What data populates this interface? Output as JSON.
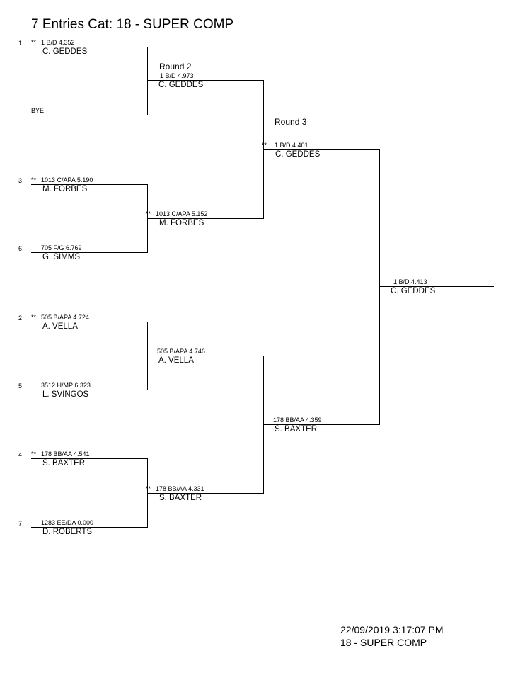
{
  "title": "7 Entries Cat: 18 - SUPER COMP",
  "round_labels": {
    "round2": "Round 2",
    "round3": "Round 3"
  },
  "round1": [
    {
      "seed": "1",
      "mark": "**",
      "info": "1  B/D  4.352",
      "name": "C. GEDDES"
    },
    {
      "seed": "",
      "mark": "",
      "info": "BYE",
      "name": ""
    },
    {
      "seed": "3",
      "mark": "**",
      "info": "1013  C/APA  5.190",
      "name": "M. FORBES"
    },
    {
      "seed": "6",
      "mark": "",
      "info": "705  F/G  6.769",
      "name": "G. SIMMS"
    },
    {
      "seed": "2",
      "mark": "**",
      "info": "505  B/APA  4.724",
      "name": "A. VELLA"
    },
    {
      "seed": "5",
      "mark": "",
      "info": "3512  H/MP  6.323",
      "name": "L. SVINGOS"
    },
    {
      "seed": "4",
      "mark": "**",
      "info": "178  BB/AA  4.541",
      "name": "S. BAXTER"
    },
    {
      "seed": "7",
      "mark": "",
      "info": "1283  EE/DA  0.000",
      "name": "D. ROBERTS"
    }
  ],
  "round2": [
    {
      "mark": "",
      "info": "1  B/D  4.973",
      "name": "C. GEDDES"
    },
    {
      "mark": "**",
      "info": "1013  C/APA  5.152",
      "name": "M. FORBES"
    },
    {
      "mark": "",
      "info": "505  B/APA  4.746",
      "name": "A. VELLA"
    },
    {
      "mark": "**",
      "info": "178  BB/AA  4.331",
      "name": "S. BAXTER"
    }
  ],
  "round3": [
    {
      "mark": "**",
      "info": "1  B/D  4.401",
      "name": "C. GEDDES"
    },
    {
      "mark": "",
      "info": "178  BB/AA  4.359",
      "name": "S. BAXTER"
    }
  ],
  "final": {
    "mark": "",
    "info": "1  B/D  4.413",
    "name": "C. GEDDES"
  },
  "footer": {
    "timestamp": "22/09/2019 3:17:07 PM",
    "category": "18 - SUPER COMP"
  }
}
